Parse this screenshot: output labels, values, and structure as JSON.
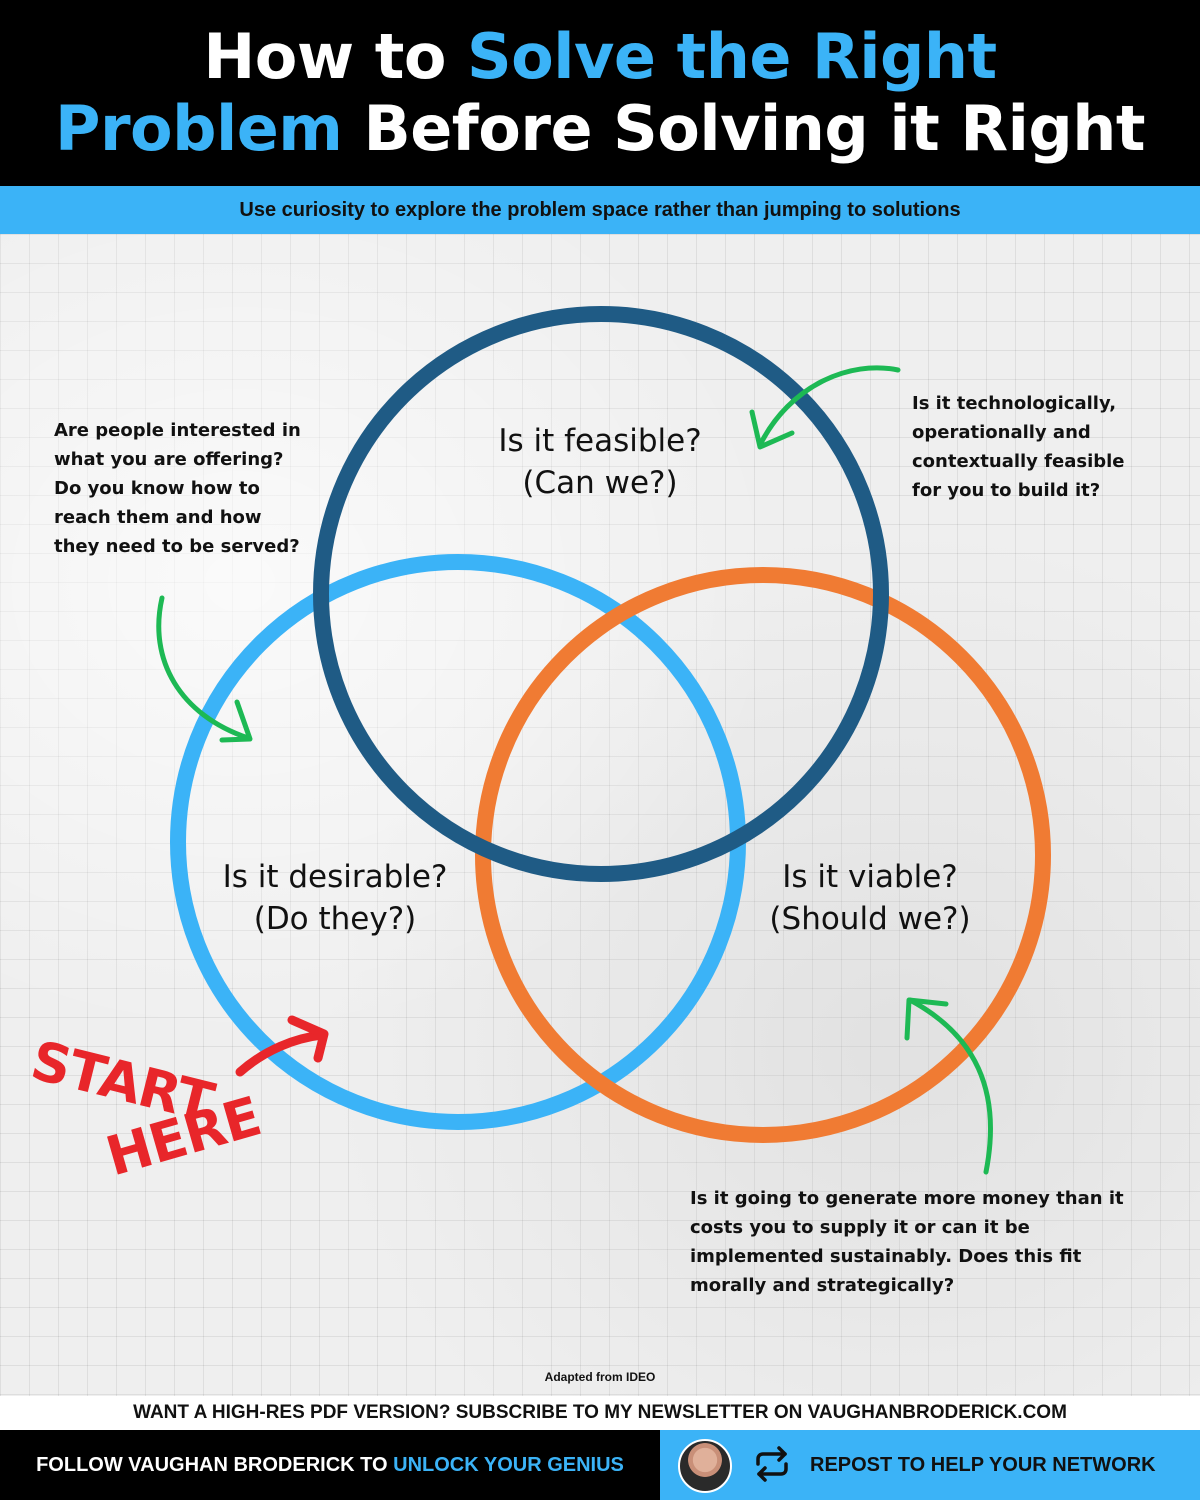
{
  "header": {
    "title_line1_plain": "How to ",
    "title_line1_accent": "Solve the Right",
    "title_line2_accent": "Problem",
    "title_line2_plain": " Before Solving it Right",
    "subtitle": "Use curiosity to explore the problem space rather than jumping to solutions"
  },
  "colors": {
    "accent": "#3bb3f7",
    "feasible_ring": "#1f5b85",
    "desirable_ring": "#3bb3f7",
    "viable_ring": "#f07b33",
    "arrow_green": "#1db954",
    "start_here_red": "#e8262a"
  },
  "diagram": {
    "feasible": {
      "line1": "Is it feasible?",
      "line2": "(Can we?)",
      "note": "Is it technologically, operationally and contextually feasible for you to build it?"
    },
    "desirable": {
      "line1": "Is it desirable?",
      "line2": "(Do they?)",
      "note": "Are people interested in what you are offering? Do you know how to reach them and how they need to be served?"
    },
    "viable": {
      "line1": "Is it viable?",
      "line2": "(Should we?)",
      "note": "Is it going to generate more money than it costs you to supply it or can it be implemented sustainably. Does this fit morally and strategically?"
    },
    "start_line1": "START",
    "start_line2": "HERE"
  },
  "credit": "Adapted from IDEO",
  "cta": "WANT A HIGH-RES PDF VERSION? SUBSCRIBE TO MY NEWSLETTER ON VAUGHANBRODERICK.COM",
  "footer": {
    "follow_plain": "FOLLOW VAUGHAN BRODERICK TO ",
    "follow_accent": "UNLOCK YOUR GENIUS",
    "repost": "REPOST TO HELP YOUR NETWORK"
  },
  "icons": [
    "avatar",
    "repost-icon",
    "curved-arrow-icon",
    "red-arrow-icon"
  ]
}
